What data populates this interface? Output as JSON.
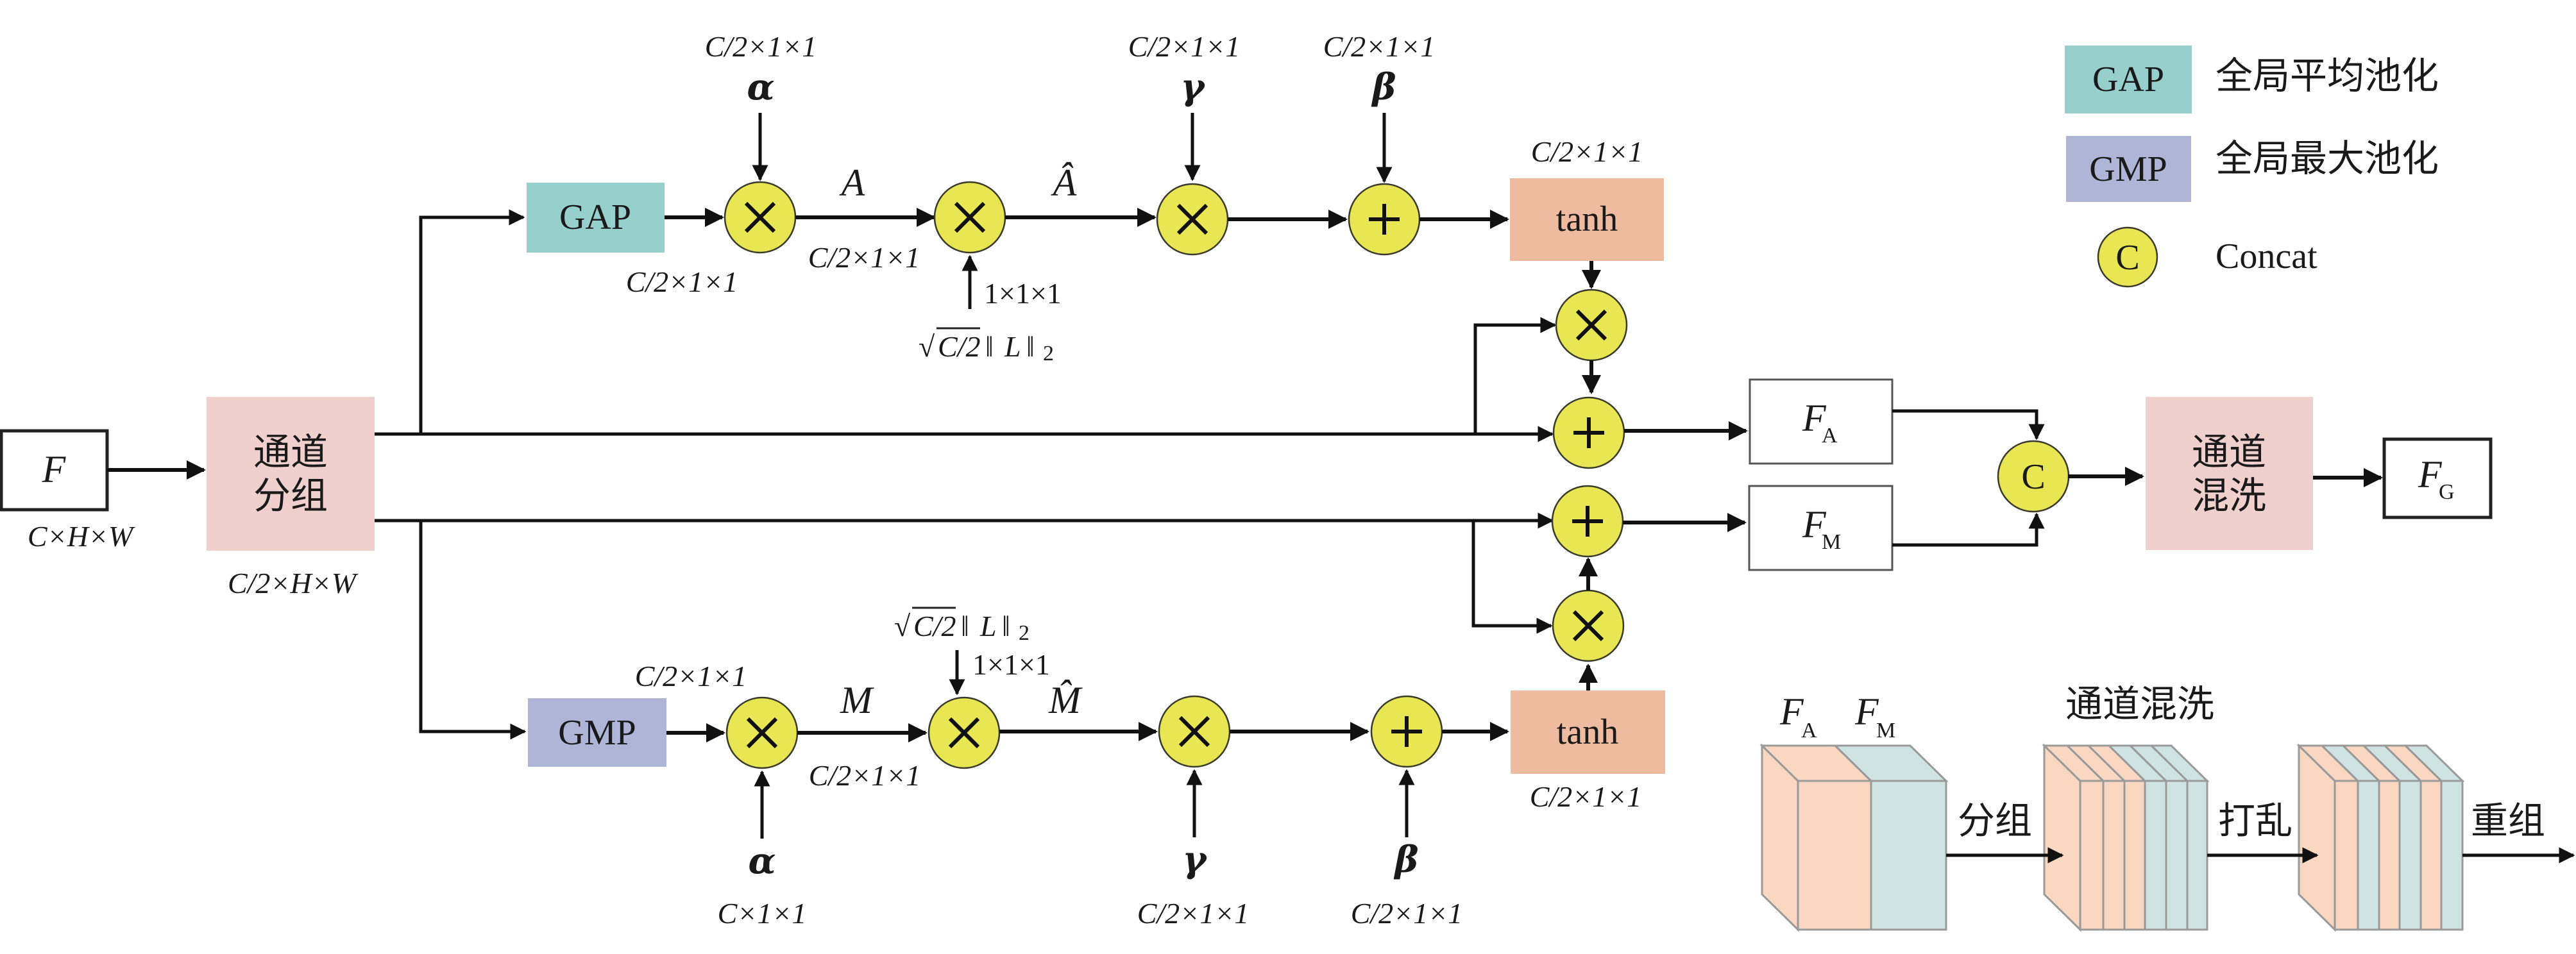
{
  "colors": {
    "gap": "#97CFCD",
    "gmp": "#AEB5D6",
    "grouping": "#EFD0CD",
    "tanh": "#EFBBA0",
    "op_node": "#E9E653",
    "peach_slice": "#FAD7C1",
    "teal_slice": "#CFE4E2"
  },
  "input": {
    "symbol": "F",
    "shape": "C×H×W"
  },
  "grouping": {
    "line1": "通道",
    "line2": "分组",
    "shape": "C/2×H×W"
  },
  "top_branch": {
    "pool_label": "GAP",
    "pool_shape": "C/2×1×1",
    "alpha": {
      "symbol": "α",
      "shape": "C/2×1×1"
    },
    "a_label": "A",
    "a_shape": "C/2×1×1",
    "norm": {
      "expr": "√C/2 ‖L‖₂",
      "sqrt": "√",
      "radicand": "C/2",
      "norm_open": "‖",
      "norm_var": "L",
      "norm_close": "‖",
      "norm_sub": "2",
      "shape": "1×1×1"
    },
    "a_hat_label": "Â",
    "gamma": {
      "symbol": "γ",
      "shape": "C/2×1×1"
    },
    "beta": {
      "symbol": "β",
      "shape": "C/2×1×1"
    },
    "tanh_label": "tanh",
    "tanh_shape": "C/2×1×1"
  },
  "bottom_branch": {
    "pool_label": "GMP",
    "pool_shape": "C/2×1×1",
    "alpha": {
      "symbol": "α",
      "shape": "C×1×1"
    },
    "m_label": "M",
    "m_shape": "C/2×1×1",
    "norm": {
      "expr": "√C/2 ‖L‖₂",
      "sqrt": "√",
      "radicand": "C/2",
      "norm_open": "‖",
      "norm_var": "L",
      "norm_close": "‖",
      "norm_sub": "2",
      "shape": "1×1×1"
    },
    "m_hat_label": "M̂",
    "gamma": {
      "symbol": "γ",
      "shape": "C/2×1×1"
    },
    "beta": {
      "symbol": "β",
      "shape": "C/2×1×1"
    },
    "tanh_label": "tanh",
    "tanh_shape": "C/2×1×1"
  },
  "operators": {
    "multiply": "×",
    "add": "+",
    "concat": "C"
  },
  "outputs": {
    "fa": {
      "symbol": "F",
      "sub": "A"
    },
    "fm": {
      "symbol": "F",
      "sub": "M"
    },
    "shuffle": {
      "line1": "通道",
      "line2": "混洗"
    },
    "fg": {
      "symbol": "F",
      "sub": "G"
    }
  },
  "legend": [
    {
      "key": "GAP",
      "label": "全局平均池化"
    },
    {
      "key": "GMP",
      "label": "全局最大池化"
    },
    {
      "key": "C",
      "label": "Concat"
    }
  ],
  "shuffle_illustration": {
    "title": "通道混洗",
    "fa": {
      "symbol": "F",
      "sub": "A"
    },
    "fm": {
      "symbol": "F",
      "sub": "M"
    },
    "step1": "分组",
    "step2": "打乱",
    "step3": "重组",
    "grouped_order": [
      "A",
      "A",
      "A",
      "M",
      "M",
      "M"
    ],
    "shuffled_order": [
      "A",
      "M",
      "A",
      "M",
      "A",
      "M"
    ]
  }
}
